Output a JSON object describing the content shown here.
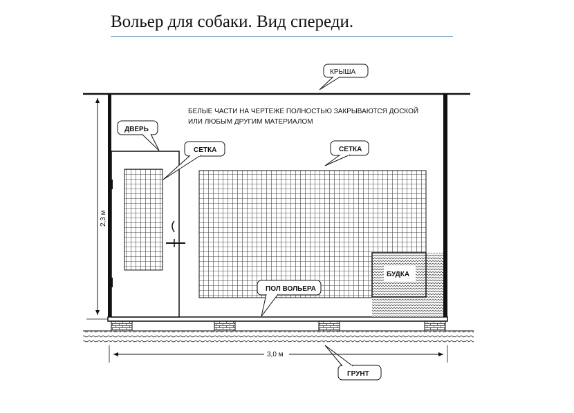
{
  "title": "Вольер для собаки. Вид спереди.",
  "labels": {
    "roof": "КРЫША",
    "door": "ДВЕРЬ",
    "mesh_door": "СЕТКА",
    "mesh_main": "СЕТКА",
    "kennel": "БУДКА",
    "floor": "ПОЛ ВОЛЬЕРА",
    "ground": "ГРУНТ"
  },
  "note": {
    "line1": "БЕЛЫЕ ЧАСТИ НА ЧЕРТЕЖЕ ПОЛНОСТЬЮ ЗАКРЫВАЮТСЯ ДОСКОЙ",
    "line2": "ИЛИ ЛЮБЫМ ДРУГИМ МАТЕРИАЛОМ"
  },
  "dimensions": {
    "height": "2,3 м",
    "width": "3,0 м"
  },
  "colors": {
    "line": "#111111",
    "mesh": "#555555"
  }
}
